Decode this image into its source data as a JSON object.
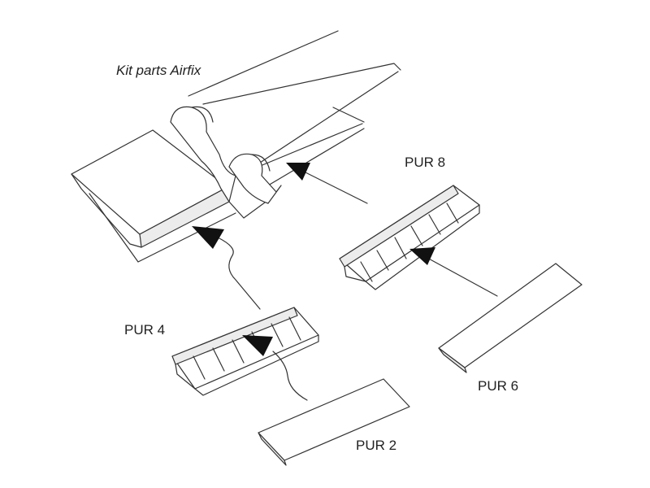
{
  "labels": {
    "kit_parts": "Kit parts Airfix",
    "pur8": "PUR 8",
    "pur4": "PUR 4",
    "pur6": "PUR 6",
    "pur2": "PUR 2"
  },
  "colors": {
    "line": "#333333",
    "face": "#ffffff",
    "shade": "#ececec",
    "arrow": "#111111"
  }
}
